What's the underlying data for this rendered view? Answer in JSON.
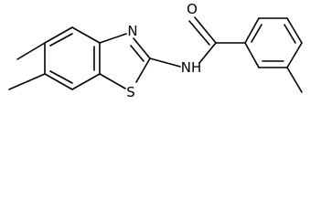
{
  "structure": {
    "atom_labels": {
      "amide_nitrogen": "N",
      "thiazole_nitrogen": "N",
      "thiazole_sulfur": "S",
      "amide_nh": "NH",
      "carbonyl_oxygen": "O"
    }
  }
}
